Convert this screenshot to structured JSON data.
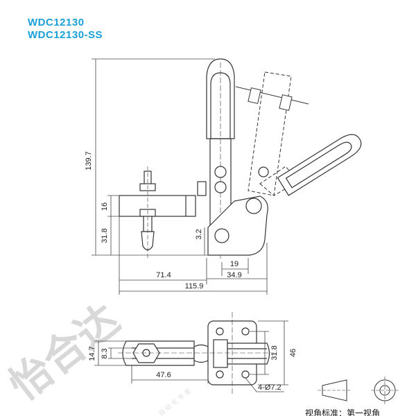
{
  "header": {
    "model_1": "WDC12130",
    "model_2": "WDC12130-SS"
  },
  "side_view": {
    "dims": {
      "overall_height": "139.7",
      "base_block_height": "16",
      "arm_height": "31.8",
      "offset": "3.2",
      "hole_spacing": "19",
      "base_length": "34.9",
      "spindle_reach": "71.4",
      "overall_length": "115.9"
    }
  },
  "top_view": {
    "dims": {
      "bar_width_outer": "14.7",
      "bar_width_inner": "8.3",
      "bar_length": "47.6",
      "hole_pitch": "31.8",
      "base_width": "46",
      "mount_holes": "4-Ø7.2"
    }
  },
  "legend": {
    "projection_caption": "视角标准：第一视角"
  },
  "watermark": {
    "main": "怡合达",
    "sub": "自 动 化 专 家"
  }
}
